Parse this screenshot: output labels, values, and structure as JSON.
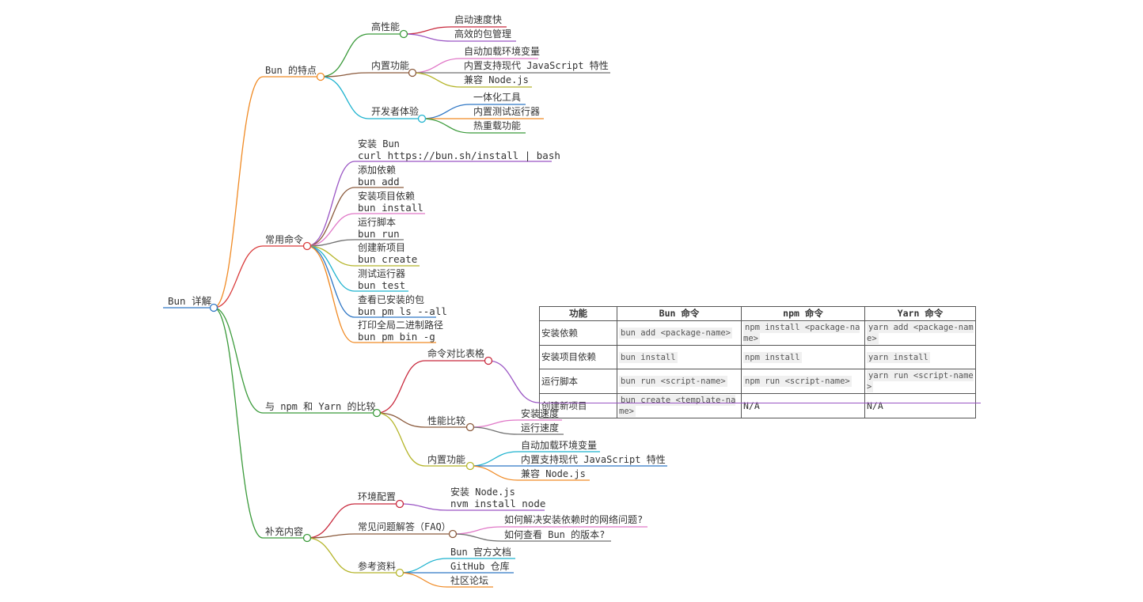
{
  "colors": {
    "root": "#2f77c5",
    "l1_features": "#f08a24",
    "l1_commands": "#d93a3a",
    "l1_compare": "#3a9a3a",
    "l1_extra": "#3a9a3a",
    "green": "#3a9a3a",
    "brown": "#8b5a3c",
    "cyan": "#1fb3cf",
    "red": "#c8283c",
    "purple": "#9a55c4",
    "pink": "#e077c7",
    "gray": "#707070",
    "olive": "#b5b52a",
    "blue": "#2f77c5",
    "orange": "#f08a24"
  },
  "root": {
    "label": "Bun 详解"
  },
  "features": {
    "label": "Bun 的特点",
    "performance": {
      "label": "高性能",
      "items": [
        "启动速度快",
        "高效的包管理"
      ]
    },
    "builtin": {
      "label": "内置功能",
      "items": [
        "自动加载环境变量",
        "内置支持现代 JavaScript 特性",
        "兼容 Node.js"
      ]
    },
    "dx": {
      "label": "开发者体验",
      "items": [
        "一体化工具",
        "内置测试运行器",
        "热重载功能"
      ]
    }
  },
  "commands": {
    "label": "常用命令",
    "items": [
      {
        "title": "安装 Bun",
        "cmd": "curl https://bun.sh/install | bash"
      },
      {
        "title": "添加依赖",
        "cmd": "bun add"
      },
      {
        "title": "安装项目依赖",
        "cmd": "bun install"
      },
      {
        "title": "运行脚本",
        "cmd": "bun run"
      },
      {
        "title": "创建新项目",
        "cmd": "bun create"
      },
      {
        "title": "测试运行器",
        "cmd": "bun test"
      },
      {
        "title": "查看已安装的包",
        "cmd": "bun pm ls --all"
      },
      {
        "title": "打印全局二进制路径",
        "cmd": "bun pm bin -g"
      }
    ]
  },
  "compare": {
    "label": "与 npm 和 Yarn 的比较",
    "table_node": {
      "label": "命令对比表格"
    },
    "table": {
      "headers": [
        "功能",
        "Bun 命令",
        "npm 命令",
        "Yarn 命令"
      ],
      "rows": [
        [
          "安装依赖",
          "bun add <package-name>",
          "npm install <package-name>",
          "yarn add <package-name>"
        ],
        [
          "安装项目依赖",
          "bun install",
          "npm install",
          "yarn install"
        ],
        [
          "运行脚本",
          "bun run <script-name>",
          "npm run <script-name>",
          "yarn run <script-name>"
        ],
        [
          "创建新项目",
          "bun create <template-name>",
          "N/A",
          "N/A"
        ]
      ]
    },
    "performance": {
      "label": "性能比较",
      "items": [
        "安装速度",
        "运行速度"
      ]
    },
    "builtin": {
      "label": "内置功能",
      "items": [
        "自动加载环境变量",
        "内置支持现代 JavaScript 特性",
        "兼容 Node.js"
      ]
    }
  },
  "extra": {
    "label": "补充内容",
    "env": {
      "label": "环境配置",
      "line1": "安装 Node.js",
      "line2": "nvm install node"
    },
    "faq": {
      "label": "常见问题解答（FAQ）",
      "items": [
        "如何解决安装依赖时的网络问题?",
        "如何查看 Bun 的版本?"
      ]
    },
    "refs": {
      "label": "参考资料",
      "items": [
        "Bun 官方文档",
        "GitHub 仓库",
        "社区论坛"
      ]
    }
  }
}
